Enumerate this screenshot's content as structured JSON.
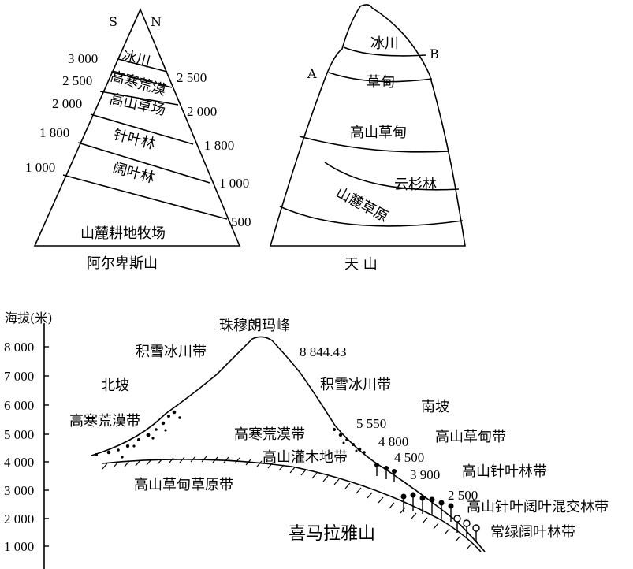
{
  "alps": {
    "dir_s": "S",
    "dir_n": "N",
    "zones": [
      "冰川",
      "高寒荒漠",
      "高山草场",
      "针叶林",
      "阔叶林",
      "山麓耕地牧场"
    ],
    "south_elev": [
      "3 000",
      "2 500",
      "2 000",
      "1 800",
      "1 000"
    ],
    "north_elev": [
      "2 500",
      "2 000",
      "1 800",
      "1 000",
      "500"
    ],
    "caption": "阿尔卑斯山"
  },
  "tianshan": {
    "label_a": "A",
    "label_b": "B",
    "zones": [
      "冰川",
      "草甸",
      "高山草甸",
      "云杉林",
      "山麓草原"
    ],
    "caption": "天 山"
  },
  "himalaya": {
    "y_axis_label": "海拔(米)",
    "y_ticks": [
      "8 000",
      "7 000",
      "6 000",
      "5 000",
      "4 000",
      "3 000",
      "2 000",
      "1 000"
    ],
    "peak_name": "珠穆朗玛峰",
    "peak_height": "8 844.43",
    "north_slope": "北坡",
    "south_slope": "南坡",
    "north_zones": [
      "积雪冰川带",
      "高寒荒漠带",
      "高山草甸草原带"
    ],
    "south_zones": [
      "积雪冰川带",
      "高寒荒漠带",
      "高山灌木地带",
      "高山草甸带",
      "高山针叶林带",
      "高山针叶阔叶混交林带",
      "常绿阔叶林带"
    ],
    "south_elev": [
      "5 550",
      "4 800",
      "4 500",
      "3 900",
      "2 500"
    ],
    "caption": "喜马拉雅山"
  }
}
